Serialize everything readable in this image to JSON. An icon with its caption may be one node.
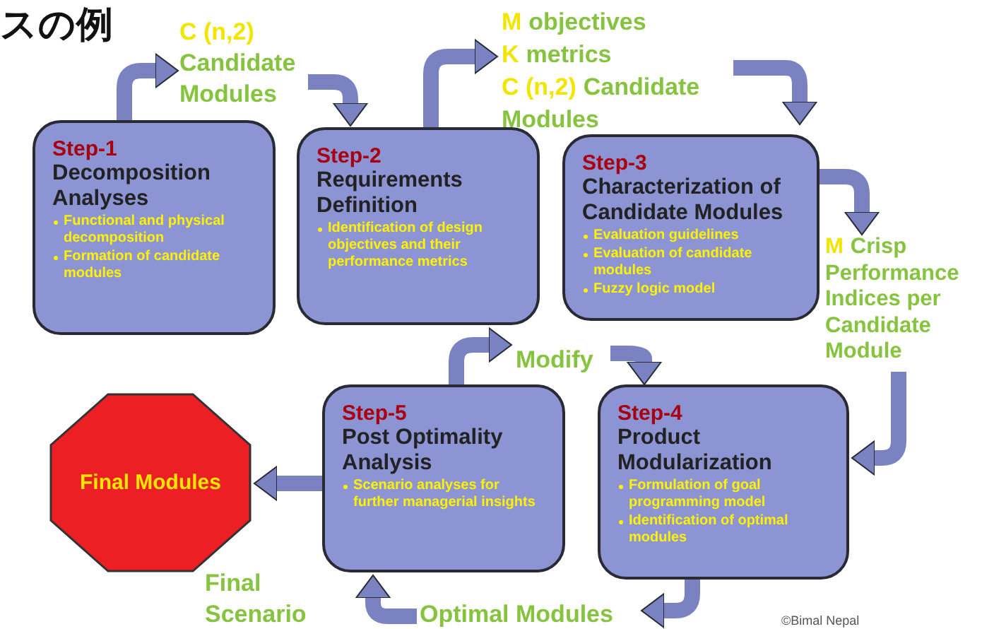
{
  "diagram": {
    "title": "スの例",
    "nodes": [
      {
        "text": [
          "Step-1",
          "Decomposition Analyses",
          "Functional and physical decomposition",
          "Formation of candidate modules"
        ]
      },
      {
        "text": [
          "C (n,2)",
          "Candidate Modules"
        ]
      },
      {
        "text": [
          "Step-2",
          "Requirements Definition",
          "Identification of design objectives and their performance metrics"
        ]
      },
      {
        "text": [
          "M",
          "objectives",
          "K",
          "metrics",
          "C (n,2)",
          "Candidate Modules"
        ]
      },
      {
        "text": [
          "Step-3",
          "Characterization of Candidate Modules",
          "Evaluation guidelines",
          "Evaluation of candidate modules",
          "Fuzzy logic model"
        ]
      },
      {
        "text": [
          "M",
          "Crisp Performance Indices per Candidate Module"
        ]
      },
      {
        "text": [
          "Step-4",
          "Product Modularization",
          "Formulation of goal programming model",
          "Identification of optimal modules"
        ]
      },
      {
        "text": [
          "Optimal Modules"
        ]
      },
      {
        "text": [
          "Step-5",
          "Post Optimality Analysis",
          "Scenario analyses for further managerial insights"
        ]
      },
      {
        "text": [
          "Modify"
        ]
      },
      {
        "text": [
          "Final Modules"
        ]
      }
    ],
    "edges": [
      {
        "from": 0,
        "to": 1,
        "arrow": "to"
      },
      {
        "from": 1,
        "to": 2,
        "arrow": "to"
      },
      {
        "from": 2,
        "to": 3,
        "arrow": "to"
      },
      {
        "from": 3,
        "to": 4,
        "arrow": "to"
      },
      {
        "from": 4,
        "to": 5,
        "arrow": "to"
      },
      {
        "from": 5,
        "to": 6,
        "arrow": "to"
      },
      {
        "from": 6,
        "to": 7,
        "arrow": "to"
      },
      {
        "from": 7,
        "to": 8,
        "arrow": "to"
      },
      {
        "from": 8,
        "to": 9,
        "arrow": "to"
      },
      {
        "from": 9,
        "to": 6,
        "arrow": "to"
      },
      {
        "from": 8,
        "to": 10,
        "arrow": "to"
      }
    ],
    "labels": [
      "Final Scenario",
      "©Bimal Nepal"
    ]
  }
}
